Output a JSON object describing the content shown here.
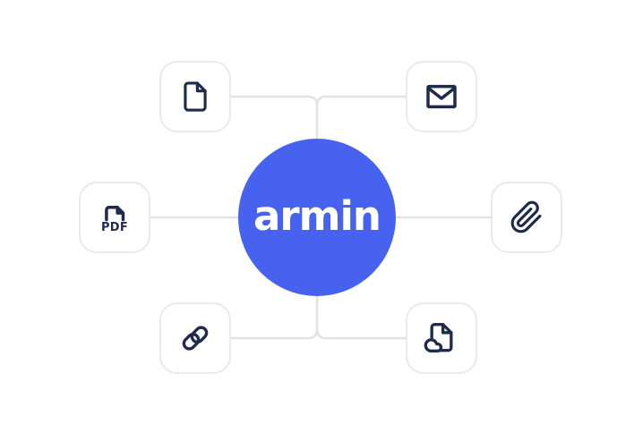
{
  "brand": {
    "name": "armin"
  },
  "hub": {
    "background_color": "#4662EE",
    "text_color": "#FFFFFF"
  },
  "cards": [
    {
      "name": "document",
      "icon": "file-icon",
      "position": "top-left"
    },
    {
      "name": "email",
      "icon": "mail-icon",
      "position": "top-right"
    },
    {
      "name": "pdf-file",
      "icon": "pdf-file-icon",
      "position": "middle-left",
      "label": "PDF"
    },
    {
      "name": "attachment",
      "icon": "paperclip-icon",
      "position": "middle-right"
    },
    {
      "name": "hyperlink",
      "icon": "link-icon",
      "position": "bottom-left"
    },
    {
      "name": "cloud-document",
      "icon": "cloud-file-icon",
      "position": "bottom-right"
    }
  ],
  "colors": {
    "icon": "#1E2B4D",
    "card_background": "#FFFFFF",
    "card_border": "#EAEAEA",
    "connector_line": "#E2E2E4",
    "canvas_background": "#FFFFFF"
  }
}
